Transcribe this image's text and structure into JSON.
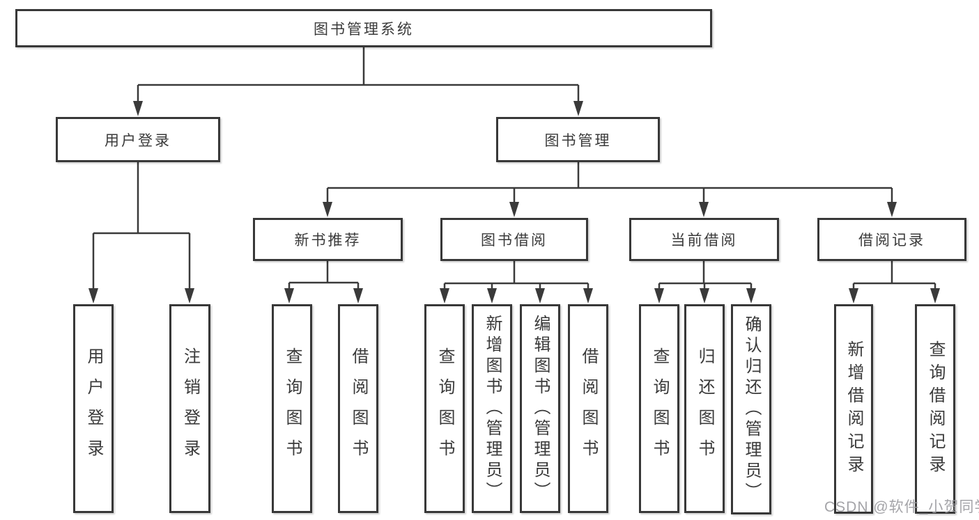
{
  "diagram": {
    "colors": {
      "line": "#3a3a3a",
      "box_border": "#383838",
      "box_bg": "#ffffff",
      "watermark": "#9a9a9e"
    },
    "tree": {
      "label": "图书管理系统",
      "children": [
        {
          "label": "用户登录",
          "children": [
            {
              "label": "用户登录"
            },
            {
              "label": "注销登录"
            }
          ]
        },
        {
          "label": "图书管理",
          "children": [
            {
              "label": "新书推荐",
              "children": [
                {
                  "label": "查询图书"
                },
                {
                  "label": "借阅图书"
                }
              ]
            },
            {
              "label": "图书借阅",
              "children": [
                {
                  "label": "查询图书"
                },
                {
                  "label": "新增图书（管理员）"
                },
                {
                  "label": "编辑图书（管理员）"
                },
                {
                  "label": "借阅图书"
                }
              ]
            },
            {
              "label": "当前借阅",
              "children": [
                {
                  "label": "查询图书"
                },
                {
                  "label": "归还图书"
                },
                {
                  "label": "确认归还（管理员）"
                }
              ]
            },
            {
              "label": "借阅记录",
              "children": [
                {
                  "label": "新增借阅记录"
                },
                {
                  "label": "查询借阅记录"
                }
              ]
            }
          ]
        }
      ]
    },
    "watermark": {
      "text": "CSDN @软件_小贺同学"
    }
  }
}
